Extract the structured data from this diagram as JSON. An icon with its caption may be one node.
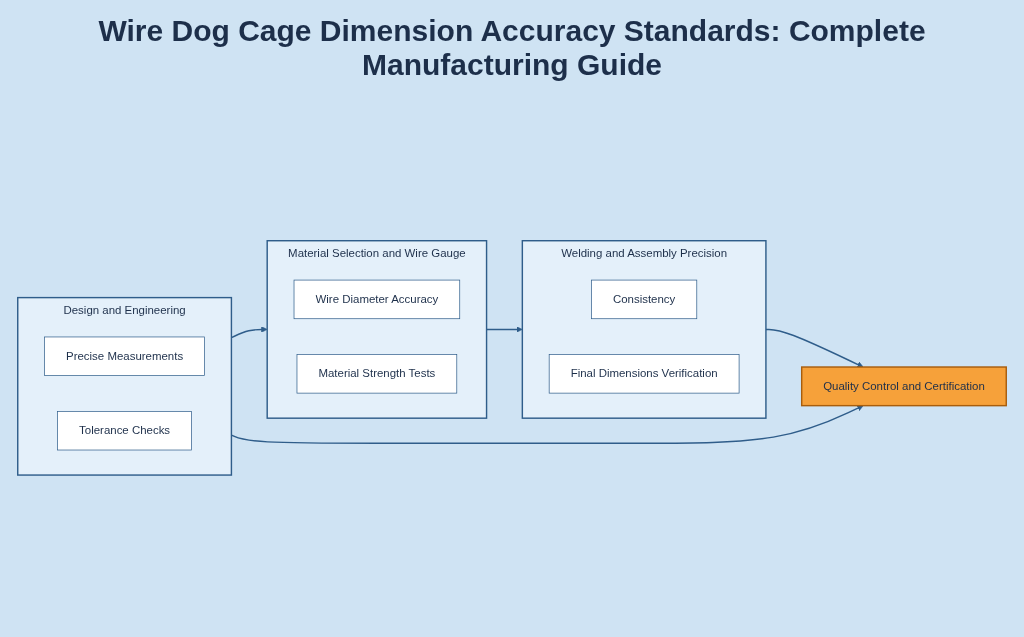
{
  "diagram": {
    "title": "Wire Dog Cage Dimension Accuracy Standards: Complete Manufacturing Guide",
    "nodes": [
      {
        "text": [
          "Design and Engineering"
        ]
      },
      {
        "text": [
          "Precise Measurements"
        ],
        "in": 0
      },
      {
        "text": [
          "Tolerance Checks"
        ],
        "in": 0
      },
      {
        "text": [
          "Material Selection and Wire Gauge"
        ]
      },
      {
        "text": [
          "Wire Diameter Accuracy"
        ],
        "in": 3
      },
      {
        "text": [
          "Material Strength Tests"
        ],
        "in": 3
      },
      {
        "text": [
          "Welding and Assembly Precision"
        ]
      },
      {
        "text": [
          "Consistency"
        ],
        "in": 6
      },
      {
        "text": [
          "Final Dimensions Verification"
        ],
        "in": 6
      },
      {
        "text": [
          "Quality Control and Certification"
        ]
      }
    ],
    "edges": [
      {
        "from": 0,
        "to": 3,
        "arrow": "to"
      },
      {
        "from": 3,
        "to": 6,
        "arrow": "to"
      },
      {
        "from": 6,
        "to": 9,
        "arrow": "to"
      },
      {
        "from": 0,
        "to": 9,
        "arrow": "to"
      }
    ]
  }
}
